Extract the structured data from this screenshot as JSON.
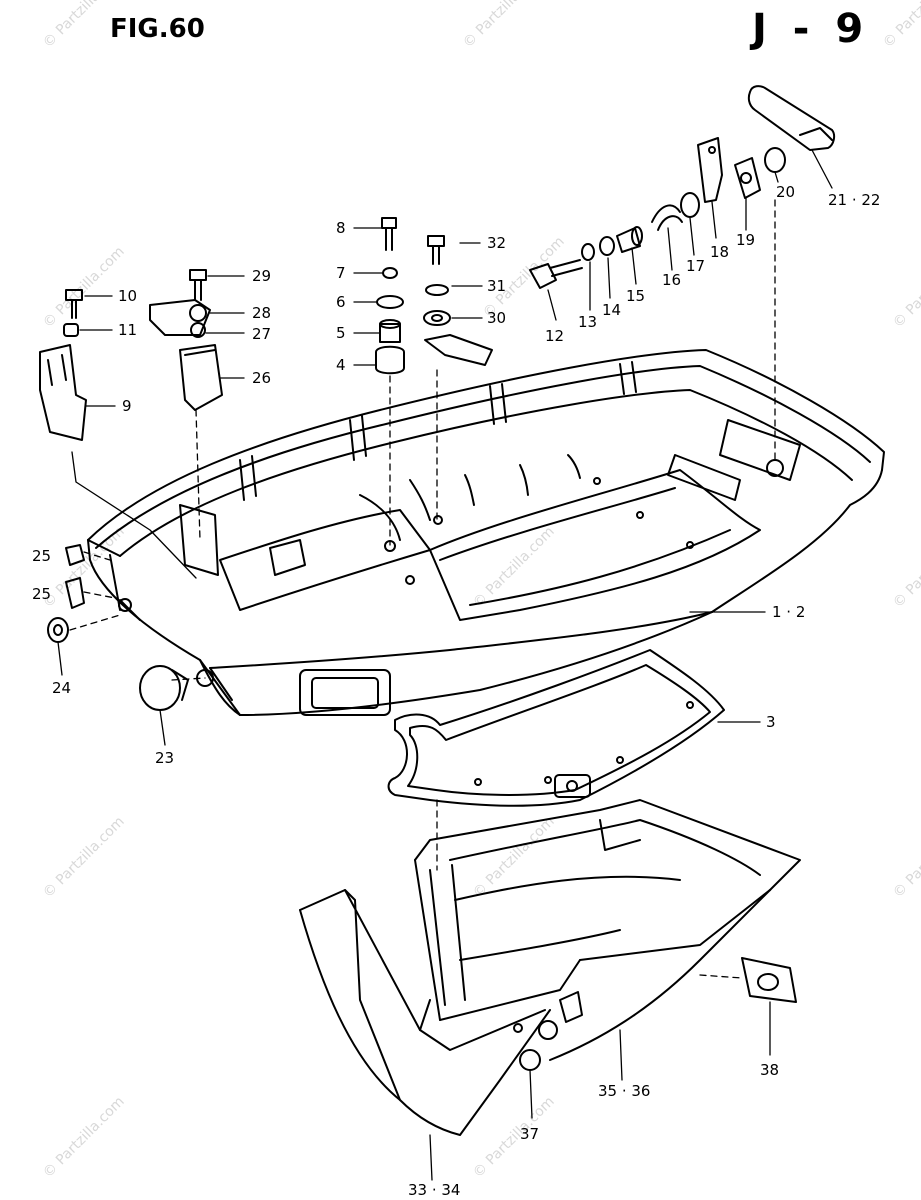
{
  "figure": {
    "title": "FIG.60",
    "page_code": "J - 9"
  },
  "watermark": "© Partzilla.com",
  "callouts": [
    {
      "id": "c1",
      "text": "1 · 2"
    },
    {
      "id": "c3",
      "text": "3"
    },
    {
      "id": "c4",
      "text": "4"
    },
    {
      "id": "c5",
      "text": "5"
    },
    {
      "id": "c6",
      "text": "6"
    },
    {
      "id": "c7",
      "text": "7"
    },
    {
      "id": "c8",
      "text": "8"
    },
    {
      "id": "c9",
      "text": "9"
    },
    {
      "id": "c10",
      "text": "10"
    },
    {
      "id": "c11",
      "text": "11"
    },
    {
      "id": "c12",
      "text": "12"
    },
    {
      "id": "c13",
      "text": "13"
    },
    {
      "id": "c14",
      "text": "14"
    },
    {
      "id": "c15",
      "text": "15"
    },
    {
      "id": "c16",
      "text": "16"
    },
    {
      "id": "c17",
      "text": "17"
    },
    {
      "id": "c18",
      "text": "18"
    },
    {
      "id": "c19",
      "text": "19"
    },
    {
      "id": "c20",
      "text": "20"
    },
    {
      "id": "c21",
      "text": "21 · 22"
    },
    {
      "id": "c23",
      "text": "23"
    },
    {
      "id": "c24",
      "text": "24"
    },
    {
      "id": "c25a",
      "text": "25"
    },
    {
      "id": "c25b",
      "text": "25"
    },
    {
      "id": "c26",
      "text": "26"
    },
    {
      "id": "c27",
      "text": "27"
    },
    {
      "id": "c28",
      "text": "28"
    },
    {
      "id": "c29",
      "text": "29"
    },
    {
      "id": "c30",
      "text": "30"
    },
    {
      "id": "c31",
      "text": "31"
    },
    {
      "id": "c32",
      "text": "32"
    },
    {
      "id": "c33",
      "text": "33 · 34"
    },
    {
      "id": "c35",
      "text": "35 · 36"
    },
    {
      "id": "c37",
      "text": "37"
    },
    {
      "id": "c38",
      "text": "38"
    }
  ]
}
